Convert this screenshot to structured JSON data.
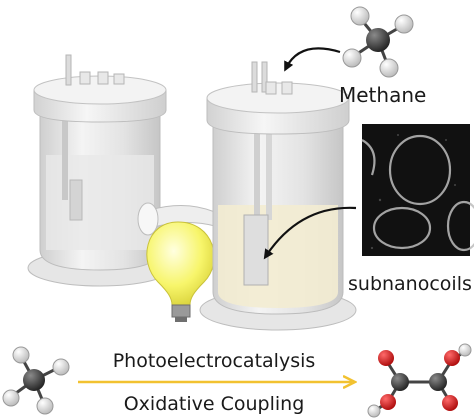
{
  "labels": {
    "methane": "Methane",
    "subnanocoils": "subnanocoils",
    "process_line1": "Photoelectrocatalysis",
    "process_line2": "Oxidative Coupling"
  },
  "colors": {
    "background": "#ffffff",
    "arrow_accent": "#f2c230",
    "bulb": "#f7f56a",
    "carbon": "#3a3a3a",
    "hydrogen": "#f2f2f2",
    "oxygen": "#d42020",
    "cell_glass": "#d9d9d9",
    "electrolyte": "#f3ecd2",
    "micrograph_bg": "#111111"
  },
  "icons": [
    "methane-molecule-icon",
    "oxalic-acid-molecule-icon",
    "light-bulb-icon",
    "curved-arrow-icon"
  ]
}
